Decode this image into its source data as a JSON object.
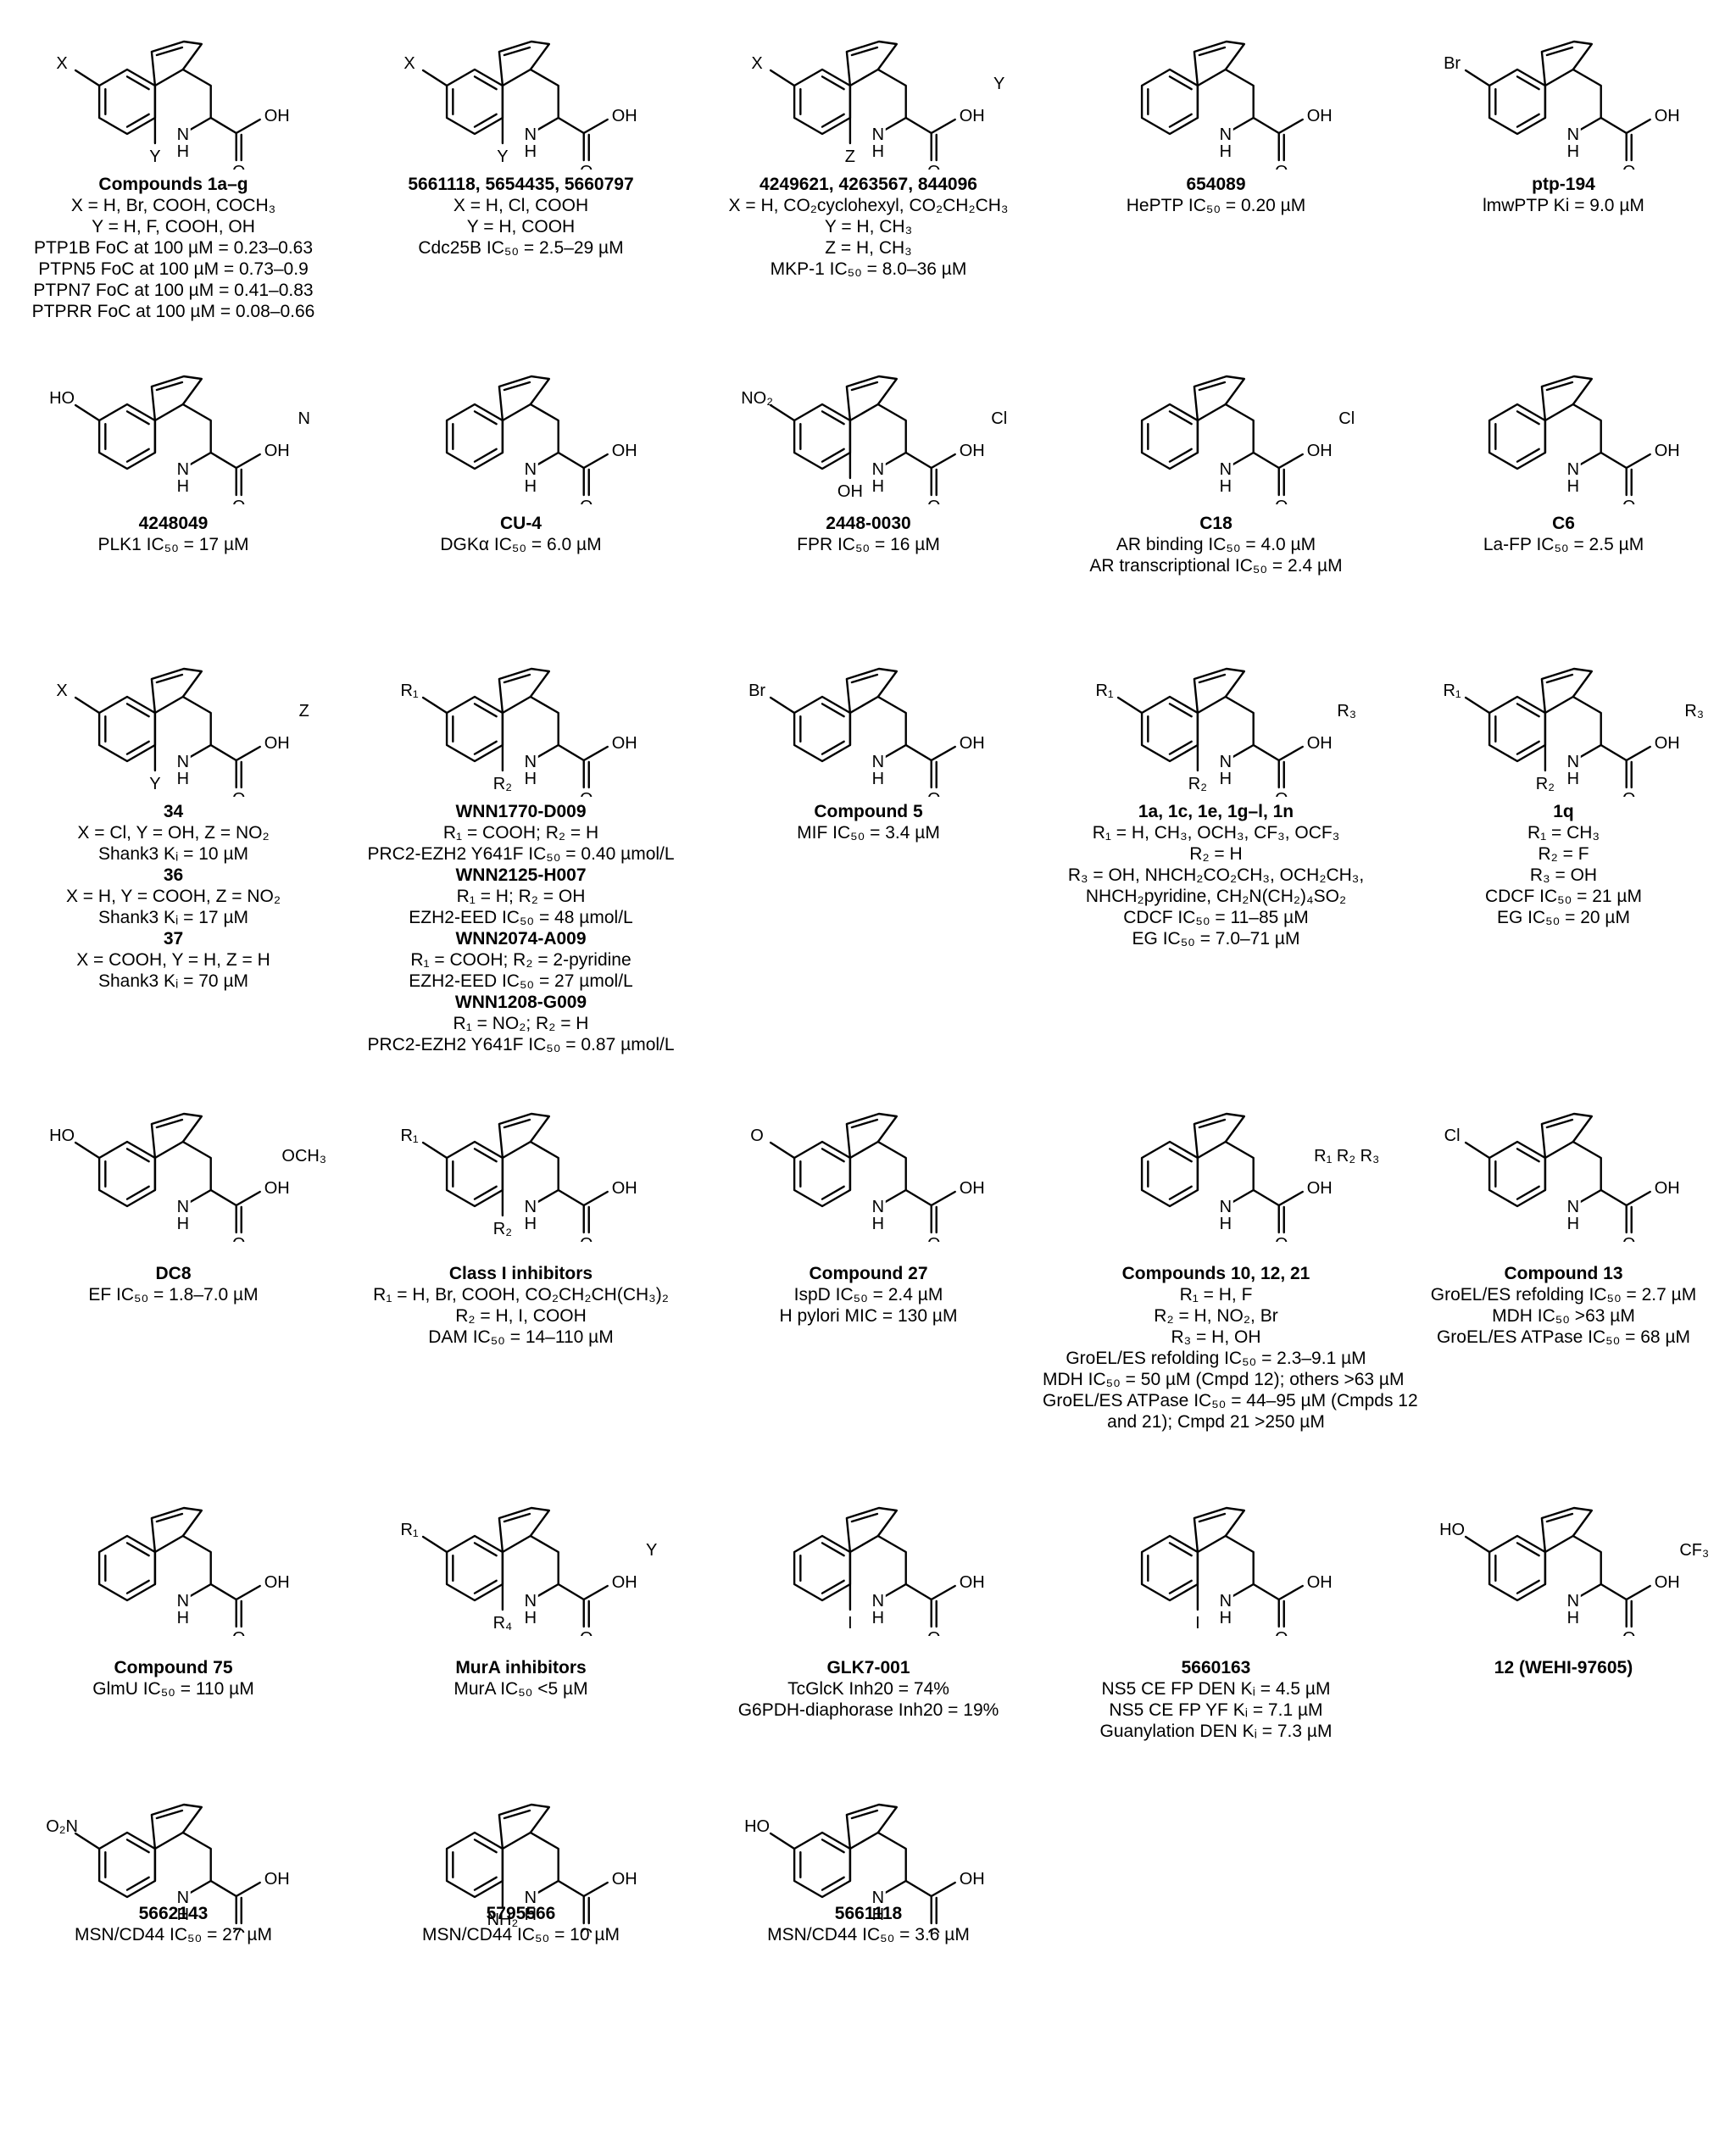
{
  "compounds": [
    {
      "name": "Compounds 1a–g",
      "substituents": {
        "top": "X",
        "bottom": "Y",
        "aryl": ""
      },
      "lines": [
        "X = H, Br, COOH, COCH₃",
        "Y = H, F, COOH, OH",
        "PTP1B FoC at 100 µM = 0.23–0.63",
        "PTPN5 FoC at 100 µM = 0.73–0.9",
        "PTPN7 FoC at 100 µM = 0.41–0.83",
        "PTPRR FoC at 100 µM = 0.08–0.66"
      ]
    },
    {
      "name": "5661118, 5654435, 5660797",
      "substituents": {
        "top": "X",
        "bottom": "Y",
        "aryl": ""
      },
      "lines": [
        "X = H, Cl, COOH",
        "Y = H, COOH",
        "Cdc25B IC₅₀ = 2.5–29 µM"
      ]
    },
    {
      "name": "4249621, 4263567, 844096",
      "substituents": {
        "top": "X",
        "bottom": "Z",
        "aryl": "Y"
      },
      "lines": [
        "X = H, CO₂cyclohexyl, CO₂CH₂CH₃",
        "Y = H, CH₃",
        "Z = H, CH₃",
        "MKP-1 IC₅₀ = 8.0–36 µM"
      ]
    },
    {
      "name": "654089",
      "substituents": {
        "top": "",
        "bottom": "",
        "aryl": ""
      },
      "lines": [
        "HePTP IC₅₀ = 0.20 µM"
      ]
    },
    {
      "name": "ptp-194",
      "substituents": {
        "top": "Br",
        "bottom": "",
        "aryl": ""
      },
      "lines": [
        "lmwPTP Ki = 9.0 µM"
      ]
    },
    {
      "name": "4248049",
      "substituents": {
        "top": "HO",
        "bottom": "",
        "aryl": "N"
      },
      "lines": [
        "PLK1 IC₅₀ = 17 µM"
      ]
    },
    {
      "name": "CU-4",
      "substituents": {
        "top": "",
        "bottom": "",
        "aryl": ""
      },
      "lines": [
        "DGKα IC₅₀ = 6.0 µM"
      ]
    },
    {
      "name": "2448-0030",
      "substituents": {
        "top": "NO₂",
        "bottom": "OH",
        "aryl": "Cl"
      },
      "lines": [
        "FPR IC₅₀ = 16 µM"
      ]
    },
    {
      "name": "C18",
      "substituents": {
        "top": "",
        "bottom": "",
        "aryl": "Cl"
      },
      "lines": [
        "AR binding IC₅₀ = 4.0 µM",
        "AR transcriptional IC₅₀ = 2.4 µM"
      ]
    },
    {
      "name": "C6",
      "substituents": {
        "top": "",
        "bottom": "",
        "aryl": ""
      },
      "lines": [
        "La-FP IC₅₀ = 2.5 µM"
      ]
    },
    {
      "name": "34",
      "substituents": {
        "top": "X",
        "bottom": "Y",
        "aryl": "Z"
      },
      "lines": [
        "X = Cl, Y = OH, Z = NO₂",
        "Shank3 Kᵢ = 10 µM",
        "36",
        "X = H, Y = COOH, Z = NO₂",
        "Shank3 Kᵢ = 17 µM",
        "37",
        "X = COOH, Y = H, Z = H",
        "Shank3 Kᵢ = 70 µM"
      ]
    },
    {
      "name": "WNN1770-D009",
      "substituents": {
        "top": "R₁",
        "bottom": "R₂",
        "aryl": ""
      },
      "lines": [
        "R₁ = COOH; R₂ = H",
        "PRC2-EZH2 Y641F IC₅₀ = 0.40 µmol/L",
        "WNN2125-H007",
        "R₁ = H; R₂ = OH",
        "EZH2-EED IC₅₀ = 48 µmol/L",
        "WNN2074-A009",
        "R₁ = COOH; R₂ = 2-pyridine",
        "EZH2-EED IC₅₀ = 27 µmol/L",
        "WNN1208-G009",
        "R₁ = NO₂; R₂ = H",
        "PRC2-EZH2 Y641F IC₅₀ = 0.87 µmol/L"
      ]
    },
    {
      "name": "Compound 5",
      "substituents": {
        "top": "Br",
        "bottom": "",
        "aryl": ""
      },
      "lines": [
        "MIF IC₅₀ = 3.4 µM"
      ]
    },
    {
      "name": "1a, 1c, 1e, 1g–l, 1n",
      "substituents": {
        "top": "R₁",
        "bottom": "R₂",
        "aryl": "R₃"
      },
      "lines": [
        "R₁ = H, CH₃, OCH₃, CF₃, OCF₃",
        "R₂ = H",
        "R₃ = OH, NHCH₂CO₂CH₃, OCH₂CH₃,",
        "NHCH₂pyridine, CH₂N(CH₂)₄SO₂",
        "CDCF IC₅₀ = 11–85 µM",
        "EG IC₅₀ = 7.0–71 µM"
      ]
    },
    {
      "name": "1q",
      "substituents": {
        "top": "R₁",
        "bottom": "R₂",
        "aryl": "R₃"
      },
      "lines": [
        "R₁ = CH₃",
        "R₂ = F",
        "R₃ = OH",
        "CDCF IC₅₀ = 21 µM",
        "EG IC₅₀ = 20 µM"
      ]
    },
    {
      "name": "DC8",
      "substituents": {
        "top": "HO",
        "bottom": "",
        "aryl": "OCH₃"
      },
      "lines": [
        "EF IC₅₀ = 1.8–7.0 µM"
      ]
    },
    {
      "name": "Class I inhibitors",
      "substituents": {
        "top": "R₁",
        "bottom": "R₂",
        "aryl": ""
      },
      "lines": [
        "R₁ = H, Br, COOH, CO₂CH₂CH(CH₃)₂",
        "R₂ = H, I, COOH",
        "DAM IC₅₀ = 14–110 µM"
      ]
    },
    {
      "name": "Compound 27",
      "substituents": {
        "top": "O",
        "bottom": "",
        "aryl": ""
      },
      "lines": [
        "IspD IC₅₀ = 2.4 µM",
        "H pylori MIC = 130 µM"
      ]
    },
    {
      "name": "Compounds 10, 12, 21",
      "substituents": {
        "top": "",
        "bottom": "",
        "aryl": "R₁ R₂ R₃"
      },
      "lines": [
        "R₁ = H, F",
        "R₂ = H, NO₂, Br",
        "R₃ = H, OH",
        "GroEL/ES refolding IC₅₀ = 2.3–9.1 µM",
        "MDH IC₅₀ = 50 µM (Cmpd 12); others >63 µM",
        "GroEL/ES ATPase IC₅₀ = 44–95 µM (Cmpds 12",
        "and 21); Cmpd 21 >250 µM"
      ]
    },
    {
      "name": "Compound 13",
      "substituents": {
        "top": "Cl",
        "bottom": "",
        "aryl": ""
      },
      "lines": [
        "GroEL/ES refolding IC₅₀ = 2.7 µM",
        "MDH IC₅₀ >63 µM",
        "GroEL/ES ATPase IC₅₀ = 68 µM"
      ]
    },
    {
      "name": "Compound 75",
      "substituents": {
        "top": "",
        "bottom": "",
        "aryl": ""
      },
      "lines": [
        "GlmU IC₅₀ = 110 µM"
      ]
    },
    {
      "name": "MurA inhibitors",
      "substituents": {
        "top": "R₁",
        "bottom": "R₄",
        "aryl": "Y"
      },
      "lines": [
        "MurA IC₅₀ <5 µM"
      ]
    },
    {
      "name": "GLK7-001",
      "substituents": {
        "top": "",
        "bottom": "I",
        "aryl": ""
      },
      "lines": [
        "TcGlcK Inh20 = 74%",
        "G6PDH-diaphorase Inh20 = 19%"
      ]
    },
    {
      "name": "5660163",
      "substituents": {
        "top": "",
        "bottom": "I",
        "aryl": ""
      },
      "lines": [
        "NS5 CE FP DEN Kᵢ = 4.5 µM",
        "NS5 CE FP YF Kᵢ = 7.1 µM",
        "Guanylation DEN Kᵢ = 7.3 µM"
      ]
    },
    {
      "name": "12 (WEHI-97605)",
      "substituents": {
        "top": "HO",
        "bottom": "",
        "aryl": "CF₃"
      },
      "lines": []
    },
    {
      "name": "5662143",
      "substituents": {
        "top": "O₂N",
        "bottom": "",
        "aryl": ""
      },
      "lines": [
        "MSN/CD44 IC₅₀ = 27 µM"
      ]
    },
    {
      "name": "5795566",
      "substituents": {
        "top": "",
        "bottom": "NH₂",
        "aryl": ""
      },
      "lines": [
        "MSN/CD44 IC₅₀ = 10 µM"
      ]
    },
    {
      "name": "5661118",
      "substituents": {
        "top": "HO",
        "bottom": "",
        "aryl": ""
      },
      "lines": [
        "MSN/CD44 IC₅₀ = 3.6 µM"
      ]
    }
  ],
  "common_labels": {
    "nh": "N",
    "h": "H",
    "oh": "OH",
    "o": "O"
  }
}
